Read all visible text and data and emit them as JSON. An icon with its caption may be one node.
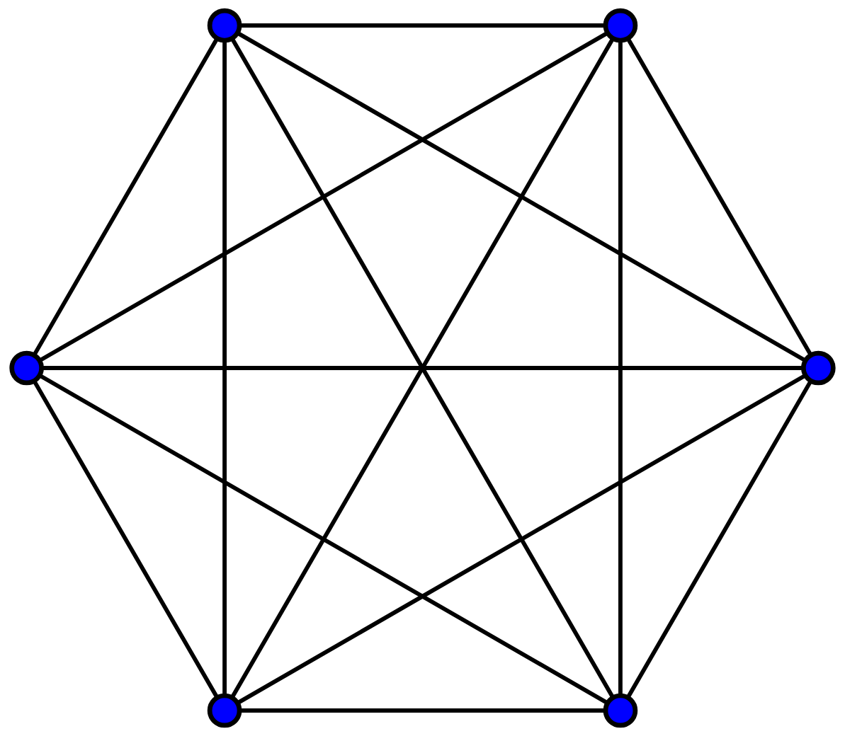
{
  "diagram": {
    "nodes": [
      {
        "text": [],
        "shape": "circle"
      },
      {
        "text": [],
        "shape": "circle"
      },
      {
        "text": [],
        "shape": "circle"
      },
      {
        "text": [],
        "shape": "circle"
      },
      {
        "text": [],
        "shape": "circle"
      },
      {
        "text": [],
        "shape": "circle"
      }
    ],
    "edges": [
      {
        "from": 0,
        "to": 1,
        "arrow": "none"
      },
      {
        "from": 0,
        "to": 2,
        "arrow": "none"
      },
      {
        "from": 0,
        "to": 3,
        "arrow": "none"
      },
      {
        "from": 0,
        "to": 4,
        "arrow": "none"
      },
      {
        "from": 0,
        "to": 5,
        "arrow": "none"
      },
      {
        "from": 1,
        "to": 2,
        "arrow": "none"
      },
      {
        "from": 1,
        "to": 3,
        "arrow": "none"
      },
      {
        "from": 1,
        "to": 4,
        "arrow": "none"
      },
      {
        "from": 1,
        "to": 5,
        "arrow": "none"
      },
      {
        "from": 2,
        "to": 3,
        "arrow": "none"
      },
      {
        "from": 2,
        "to": 4,
        "arrow": "none"
      },
      {
        "from": 2,
        "to": 5,
        "arrow": "none"
      },
      {
        "from": 3,
        "to": 4,
        "arrow": "none"
      },
      {
        "from": 3,
        "to": 5,
        "arrow": "none"
      },
      {
        "from": 4,
        "to": 5,
        "arrow": "none"
      }
    ]
  }
}
